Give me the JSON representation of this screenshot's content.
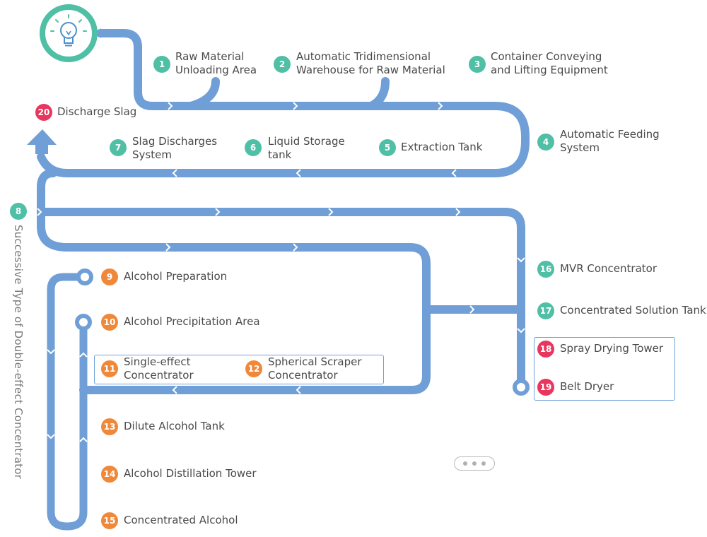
{
  "colors": {
    "pipe": "#6f9fd6",
    "teal": "#4fbfa5",
    "orange": "#f0883a",
    "red": "#e8365f",
    "box_border": "#6fa0d8"
  },
  "start_icon": "lightbulb-icon",
  "vertical_label": "Successive Type of Double-effect Concentrator",
  "steps": [
    {
      "num": "1",
      "lines": [
        "Raw Material",
        "Unloading Area"
      ],
      "color": "teal"
    },
    {
      "num": "2",
      "lines": [
        "Automatic Tridimensional",
        "Warehouse for Raw Material"
      ],
      "color": "teal"
    },
    {
      "num": "3",
      "lines": [
        "Container Conveying",
        "and Lifting Equipment"
      ],
      "color": "teal"
    },
    {
      "num": "4",
      "lines": [
        "Automatic Feeding",
        "System"
      ],
      "color": "teal"
    },
    {
      "num": "5",
      "lines": [
        "Extraction Tank"
      ],
      "color": "teal"
    },
    {
      "num": "6",
      "lines": [
        "Liquid Storage",
        "tank"
      ],
      "color": "teal"
    },
    {
      "num": "7",
      "lines": [
        "Slag Discharges",
        "System"
      ],
      "color": "teal"
    },
    {
      "num": "8",
      "lines": [],
      "color": "teal"
    },
    {
      "num": "9",
      "lines": [
        "Alcohol Preparation"
      ],
      "color": "orange"
    },
    {
      "num": "10",
      "lines": [
        "Alcohol Precipitation Area"
      ],
      "color": "orange"
    },
    {
      "num": "11",
      "lines": [
        "Single-effect",
        "Concentrator"
      ],
      "color": "orange"
    },
    {
      "num": "12",
      "lines": [
        "Spherical Scraper",
        "Concentrator"
      ],
      "color": "orange"
    },
    {
      "num": "13",
      "lines": [
        "Dilute Alcohol Tank"
      ],
      "color": "orange"
    },
    {
      "num": "14",
      "lines": [
        "Alcohol Distillation Tower"
      ],
      "color": "orange"
    },
    {
      "num": "15",
      "lines": [
        "Concentrated Alcohol"
      ],
      "color": "orange"
    },
    {
      "num": "16",
      "lines": [
        "MVR Concentrator"
      ],
      "color": "teal"
    },
    {
      "num": "17",
      "lines": [
        "Concentrated Solution Tank"
      ],
      "color": "teal"
    },
    {
      "num": "18",
      "lines": [
        "Spray Drying Tower"
      ],
      "color": "red"
    },
    {
      "num": "19",
      "lines": [
        "Belt Dryer"
      ],
      "color": "red"
    },
    {
      "num": "20",
      "lines": [
        "Discharge Slag"
      ],
      "color": "red"
    }
  ],
  "more_button": "more-dots-icon"
}
